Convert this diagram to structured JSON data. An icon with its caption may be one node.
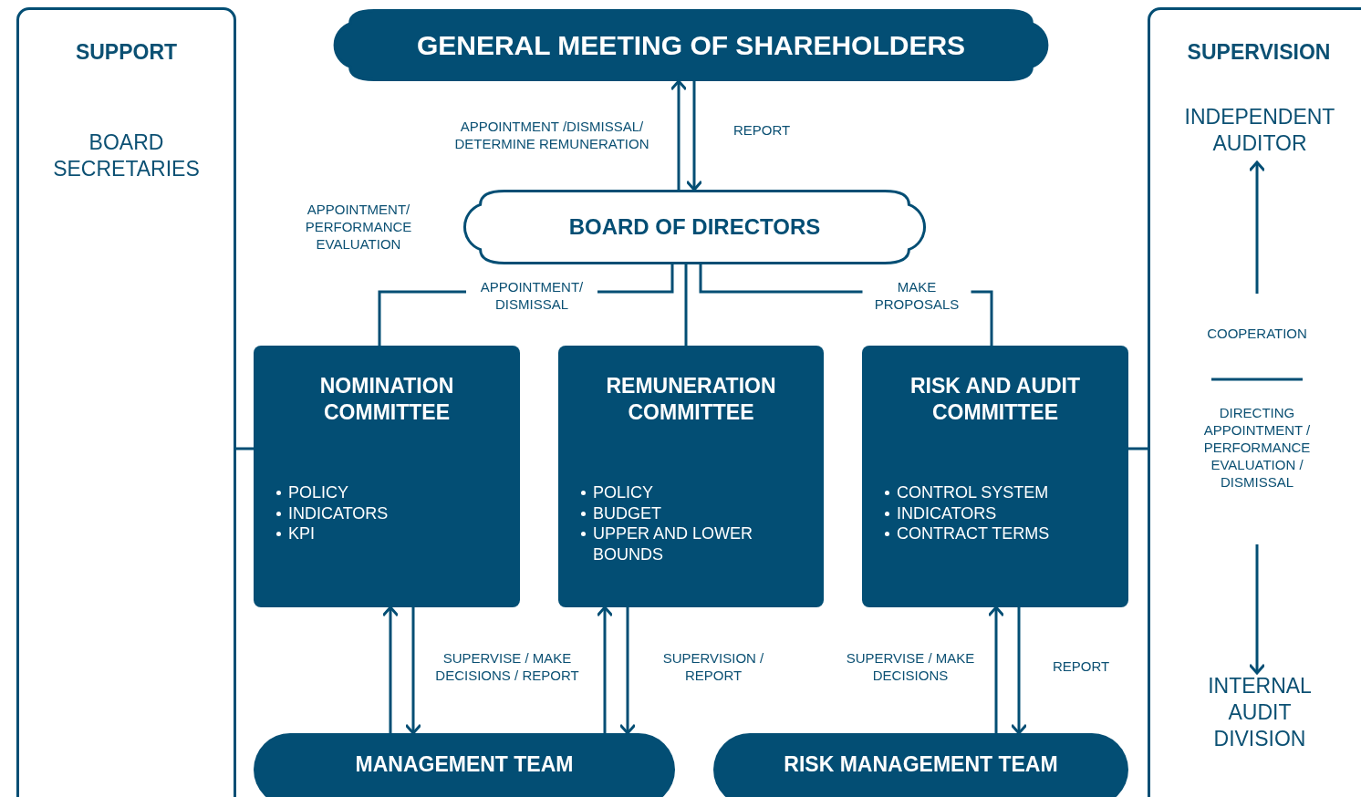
{
  "diagram": {
    "nodes": [
      {
        "text": [
          "SUPPORT",
          "BOARD SECRETARIES"
        ]
      },
      {
        "text": [
          "GENERAL MEETING OF SHAREHOLDERS"
        ]
      },
      {
        "text": [
          "BOARD OF DIRECTORS"
        ]
      },
      {
        "text": [
          "NOMINATION COMMITTEE",
          "POLICY",
          "INDICATORS",
          "KPI"
        ]
      },
      {
        "text": [
          "REMUNERATION COMMITTEE",
          "POLICY",
          "BUDGET",
          "UPPER AND LOWER BOUNDS"
        ]
      },
      {
        "text": [
          "RISK AND AUDIT COMMITTEE",
          "CONTROL SYSTEM",
          "INDICATORS",
          "CONTRACT TERMS"
        ]
      },
      {
        "text": [
          "MANAGEMENT TEAM"
        ]
      },
      {
        "text": [
          "RISK MANAGEMENT TEAM"
        ]
      },
      {
        "text": [
          "SUPERVISION"
        ]
      },
      {
        "text": [
          "INDEPENDENT AUDITOR"
        ],
        "in": 8
      },
      {
        "text": [
          "INTERNAL AUDIT DIVISION"
        ],
        "in": 8
      }
    ],
    "edges": [
      {
        "from": 2,
        "to": 1,
        "arrow": "to",
        "label": "APPOINTMENT /DISMISSAL/ DETERMINE REMUNERATION"
      },
      {
        "from": 1,
        "to": 2,
        "arrow": "to",
        "label": "REPORT"
      },
      {
        "from": 2,
        "to": 3,
        "arrow": "none",
        "label": "APPOINTMENT/ DISMISSAL"
      },
      {
        "from": 2,
        "to": 4,
        "arrow": "none"
      },
      {
        "from": 2,
        "to": 5,
        "arrow": "none",
        "label": "MAKE PROPOSALS"
      },
      {
        "from": 0,
        "to": 3,
        "arrow": "none"
      },
      {
        "from": 5,
        "to": 8,
        "arrow": "none"
      },
      {
        "from": 6,
        "to": 3,
        "arrow": "to"
      },
      {
        "from": 3,
        "to": 6,
        "arrow": "to",
        "label": "SUPERVISE / MAKE DECISIONS / REPORT"
      },
      {
        "from": 6,
        "to": 4,
        "arrow": "to"
      },
      {
        "from": 4,
        "to": 6,
        "arrow": "to",
        "label": "SUPERVISION / REPORT"
      },
      {
        "from": 7,
        "to": 5,
        "arrow": "to",
        "label": "SUPERVISE / MAKE DECISIONS"
      },
      {
        "from": 5,
        "to": 7,
        "arrow": "to",
        "label": "REPORT"
      },
      {
        "from": null,
        "to": 9,
        "arrow": "to",
        "label": "COOPERATION"
      },
      {
        "from": null,
        "to": 10,
        "arrow": "to",
        "label": "DIRECTING APPOINTMENT / PERFORMANCE EVALUATION / DISMISSAL"
      }
    ],
    "labels": [
      "APPOINTMENT/ PERFORMANCE EVALUATION"
    ]
  }
}
